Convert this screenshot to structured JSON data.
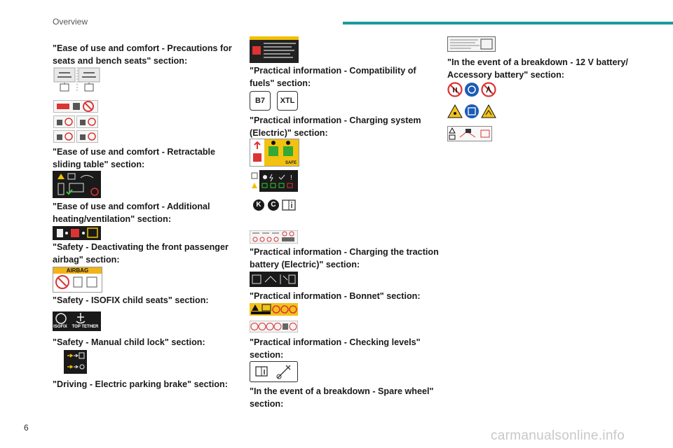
{
  "header": {
    "title": "Overview",
    "accent_color": "#1a9aa0"
  },
  "page": {
    "number": "6"
  },
  "watermark": "carmanualsonline.info",
  "col1": {
    "s1": "\"Ease of use and comfort - Precautions for seats and bench seats\" section:",
    "s2": "\"Ease of use and comfort - Retractable sliding table\" section:",
    "s3": "\"Ease of use and comfort - Additional heating/ventilation\" section:",
    "s4": "\"Safety - Deactivating the front passenger airbag\" section:",
    "s5": "\"Safety - ISOFIX child seats\" section:",
    "s6": "\"Safety - Manual child lock\" section:",
    "s7": "\"Driving - Electric parking brake\" section:"
  },
  "col2": {
    "s1": "\"Practical information - Compatibility of fuels\" section:",
    "s2": "\"Practical information - Charging system (Electric)\" section:",
    "s3": "\"Practical information - Charging the traction battery (Electric)\" section:",
    "s4": "\"Practical information - Bonnet\" section:",
    "s5": "\"Practical information - Checking levels\" section:",
    "s6": "\"In the event of a breakdown - Spare wheel\" section:"
  },
  "col3": {
    "s1": "\"In the event of a breakdown - 12 V battery/ Accessory battery\" section:"
  },
  "labels": {
    "airbag": "AIRBAG",
    "isofix": "ISOFIX",
    "top_tether": "TOP TETHER",
    "fuel_b7": "B7",
    "fuel_xtl": "XTL",
    "safe": "SAFE",
    "k": "K",
    "c": "C"
  }
}
